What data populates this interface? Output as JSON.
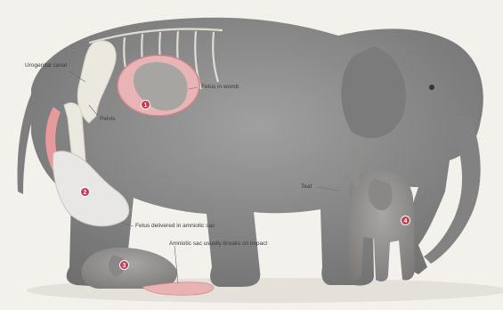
{
  "labels": {
    "urogenital_canal": "Urogenital canal",
    "pelvis": "Pelvis",
    "fetus_in_womb": "Fetus in womb",
    "teat": "Teat",
    "fetus_delivered": "Fetus delivered in amniotic sac",
    "sac_breaks": "Amniotic sac usually breaks on impact"
  },
  "steps": [
    "1",
    "2",
    "3",
    "4"
  ],
  "colors": {
    "body": "#8e8f8e",
    "body_dark": "#6f706f",
    "bone": "#e9e6dc",
    "canal": "#e79a9c",
    "badge": "#c8374f",
    "ground": "#e9e6df"
  }
}
